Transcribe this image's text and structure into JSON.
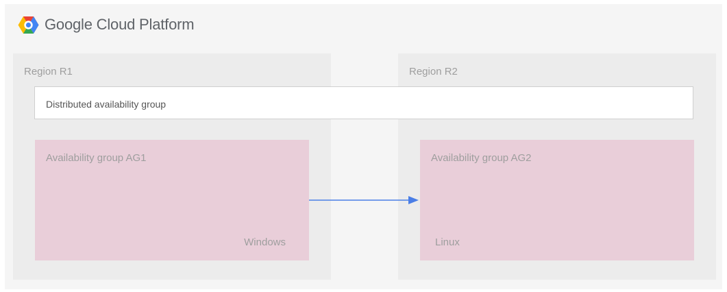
{
  "brand": {
    "name": "Google Cloud Platform",
    "logo_icon": "google-cloud-hexagon-icon",
    "logo_colors": [
      "#4285f4",
      "#ea4335",
      "#fbbc05",
      "#34a853"
    ]
  },
  "regions": [
    {
      "label": "Region R1"
    },
    {
      "label": "Region R2"
    }
  ],
  "distributed_group": {
    "label": "Distributed availability group"
  },
  "availability_groups": [
    {
      "label": "Availability group AG1",
      "os": "Windows"
    },
    {
      "label": "Availability group AG2",
      "os": "Linux"
    }
  ],
  "colors": {
    "canvas": "#f5f5f5",
    "region": "#ececec",
    "availability_group": "#e9ced9",
    "arrow": "#4a7ee6"
  }
}
